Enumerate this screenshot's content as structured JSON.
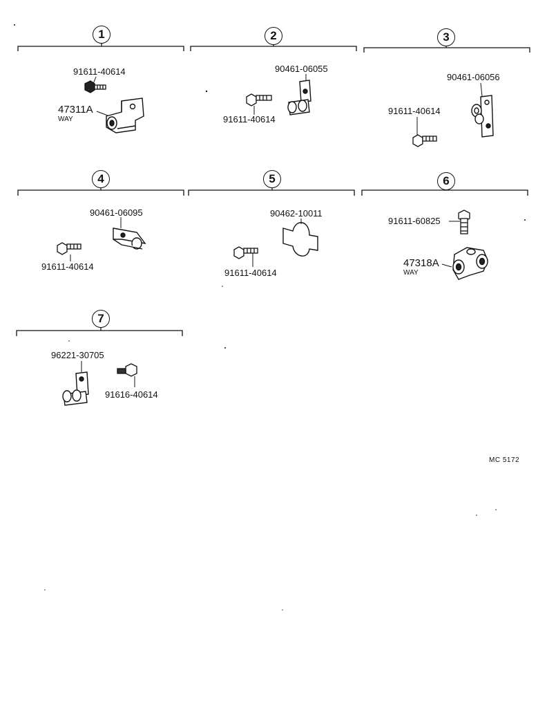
{
  "groups": [
    {
      "number": "1",
      "parts": [
        "91611-40614",
        "47311A"
      ],
      "sub": "WAY"
    },
    {
      "number": "2",
      "parts": [
        "90461-06055",
        "91611-40614"
      ]
    },
    {
      "number": "3",
      "parts": [
        "90461-06056",
        "91611-40614"
      ]
    },
    {
      "number": "4",
      "parts": [
        "90461-06095",
        "91611-40614"
      ]
    },
    {
      "number": "5",
      "parts": [
        "90462-10011",
        "91611-40614"
      ]
    },
    {
      "number": "6",
      "parts": [
        "91611-60825",
        "47318A"
      ],
      "sub": "WAY"
    },
    {
      "number": "7",
      "parts": [
        "96221-30705",
        "91616-40614"
      ]
    }
  ],
  "ref_code": "MC 5172"
}
